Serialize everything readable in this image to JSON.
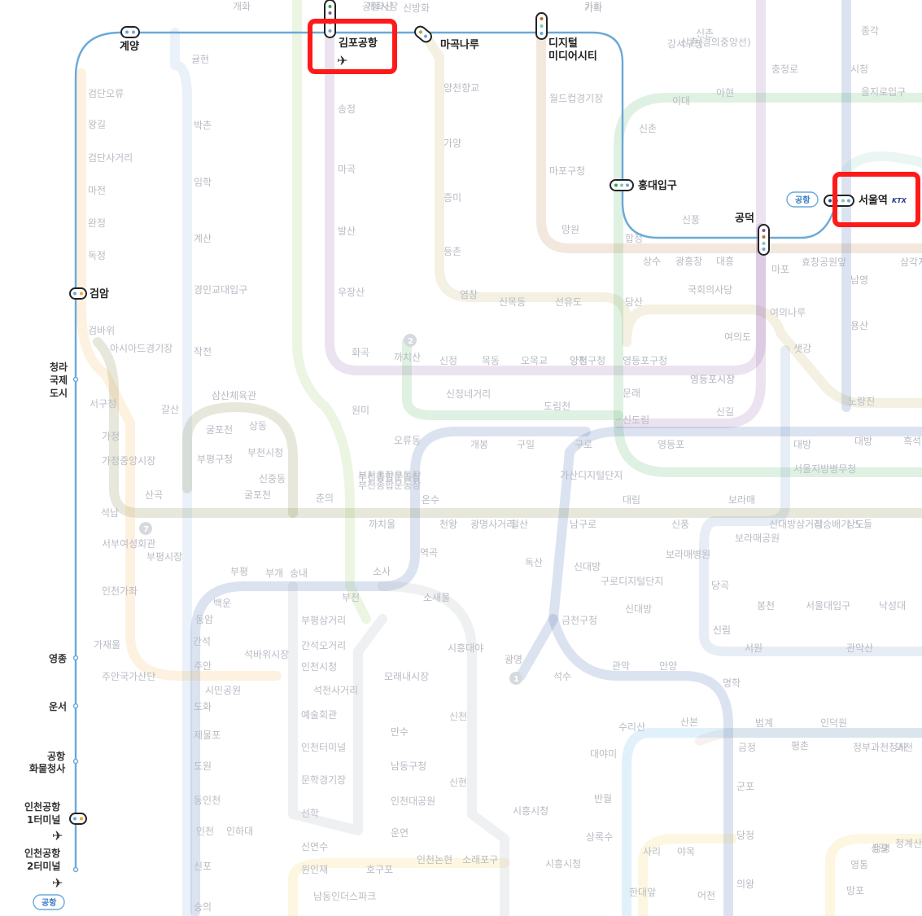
{
  "map": {
    "colors": {
      "arex": "#6aa9d8",
      "line1": "#2450a4",
      "line2": "#35a84a",
      "line5": "#8b50a4",
      "line6": "#b5722e",
      "line7": "#6b6e22",
      "line9": "#bda24a",
      "suin": "#f0a93c",
      "incheon1": "#7ca8d5",
      "highlight": "#ff1a1a"
    },
    "arex_stations": [
      {
        "id": "gyeyang",
        "lines": [
          "계양"
        ],
        "type": "transfer"
      },
      {
        "id": "gimpo-airport",
        "lines": [
          "김포공항"
        ],
        "type": "transfer",
        "airport": true,
        "highlighted": true
      },
      {
        "id": "magongnaru",
        "lines": [
          "마곡나루"
        ],
        "type": "transfer"
      },
      {
        "id": "digital-media-city",
        "lines": [
          "디지털",
          "미디어시티"
        ],
        "type": "transfer"
      },
      {
        "id": "hongik-univ",
        "lines": [
          "홍대입구"
        ],
        "type": "transfer"
      },
      {
        "id": "gongdeok",
        "lines": [
          "공덕"
        ],
        "type": "transfer"
      },
      {
        "id": "seoul-station",
        "lines": [
          "서울역"
        ],
        "type": "transfer",
        "ktx": true,
        "highlighted": true
      },
      {
        "id": "geomam",
        "lines": [
          "검암"
        ],
        "type": "transfer"
      },
      {
        "id": "cheongna",
        "lines": [
          "청라",
          "국제",
          "도시"
        ],
        "type": "stop"
      },
      {
        "id": "yeongjong",
        "lines": [
          "영종"
        ],
        "type": "stop"
      },
      {
        "id": "unseo",
        "lines": [
          "운서"
        ],
        "type": "stop"
      },
      {
        "id": "cargo-terminal",
        "lines": [
          "공항",
          "화물청사"
        ],
        "type": "stop"
      },
      {
        "id": "airport-t1",
        "lines": [
          "인천공항",
          "1터미널"
        ],
        "type": "transfer",
        "airport": true
      },
      {
        "id": "airport-t2",
        "lines": [
          "인천공항",
          "2터미널"
        ],
        "type": "stop",
        "airport": true
      }
    ],
    "badges": {
      "airport": "공항",
      "ktx": "KTX",
      "airport2": "공항"
    },
    "line_numbers": {
      "line2": "2",
      "line7": "7",
      "line1": "1"
    },
    "background_labels": [
      {
        "id": "seoul-sta-area",
        "text": "신촌"
      },
      {
        "id": "l5-songjeong",
        "text": "송정"
      },
      {
        "id": "l5-magok",
        "text": "마곡"
      },
      {
        "id": "l5-balsan",
        "text": "발산"
      },
      {
        "id": "l5-usan",
        "text": "우장산"
      },
      {
        "id": "l5-hwagok",
        "text": "화곡"
      },
      {
        "id": "l5-kkachisan",
        "text": "까치산"
      },
      {
        "id": "l9-yangcheon",
        "text": "양천향교"
      },
      {
        "id": "l9-gayang",
        "text": "가양"
      },
      {
        "id": "l9-jeungmi",
        "text": "증미"
      },
      {
        "id": "l9-deungchon",
        "text": "등촌"
      },
      {
        "id": "l9-yeomchang",
        "text": "염창"
      },
      {
        "id": "l9-sinmokdong",
        "text": "신목동"
      },
      {
        "id": "l9-seonyudo",
        "text": "선유도"
      },
      {
        "id": "l9-dangsan",
        "text": "당산"
      },
      {
        "id": "l9-gukhoe",
        "text": "국회의사당"
      },
      {
        "id": "l9-yeouido",
        "text": "여의도"
      },
      {
        "id": "l9-saetgang",
        "text": "샛강"
      },
      {
        "id": "l9-noryangjin",
        "text": "노량진"
      },
      {
        "id": "l2-hapjeong",
        "text": "합정"
      },
      {
        "id": "l2-sinchon",
        "text": "신촌"
      },
      {
        "id": "l2-ehwa",
        "text": "이대"
      },
      {
        "id": "l2-ahyeon",
        "text": "아현"
      },
      {
        "id": "l2-yeongdeungpo",
        "text": "영등포구청"
      },
      {
        "id": "l2-mullae",
        "text": "문래"
      },
      {
        "id": "l2-sindorim",
        "text": "신도림"
      },
      {
        "id": "l6-worldcup",
        "text": "월드컵경기장"
      },
      {
        "id": "l6-mapo",
        "text": "마포구청"
      },
      {
        "id": "l6-mangwon",
        "text": "망원"
      },
      {
        "id": "l6-sangsu",
        "text": "상수"
      },
      {
        "id": "l6-gwangheung",
        "text": "광흥창"
      },
      {
        "id": "l6-daeheung",
        "text": "대흥"
      },
      {
        "id": "l1-guro",
        "text": "구로"
      },
      {
        "id": "l1-yeongdeungpo",
        "text": "영등포"
      },
      {
        "id": "l1-daebang",
        "text": "대방"
      },
      {
        "id": "l1-singil",
        "text": "신길"
      },
      {
        "id": "l1-gaebong",
        "text": "개봉"
      },
      {
        "id": "l1-guil",
        "text": "구일"
      },
      {
        "id": "l1-oryu",
        "text": "오류동"
      },
      {
        "id": "l1-onsu",
        "text": "온수"
      },
      {
        "id": "l1-yeokgok",
        "text": "역곡"
      },
      {
        "id": "l1-sosa",
        "text": "소사"
      },
      {
        "id": "l1-bucheon",
        "text": "부천"
      },
      {
        "id": "l1-songnae",
        "text": "송내"
      },
      {
        "id": "l1-bugae",
        "text": "부개"
      },
      {
        "id": "l1-bupyeong",
        "text": "부평"
      },
      {
        "id": "l1-baegun",
        "text": "백운"
      },
      {
        "id": "l1-dongam",
        "text": "동암"
      },
      {
        "id": "l1-ganseok",
        "text": "간석"
      },
      {
        "id": "l1-juan",
        "text": "주안"
      },
      {
        "id": "l1-dohwa",
        "text": "도화"
      },
      {
        "id": "l1-jemulpo",
        "text": "제물포"
      },
      {
        "id": "l1-dowon",
        "text": "도원"
      },
      {
        "id": "l1-dongincheon",
        "text": "동인천"
      },
      {
        "id": "l1-incheon",
        "text": "인천"
      },
      {
        "id": "l1-gaehwa",
        "text": "개화"
      },
      {
        "id": "l7-boramae",
        "text": "보라매"
      },
      {
        "id": "l7-sinpung",
        "text": "신풍"
      },
      {
        "id": "l7-daelim",
        "text": "대림"
      },
      {
        "id": "l7-namguro",
        "text": "남구로"
      },
      {
        "id": "l7-gasan",
        "text": "가산디지털단지"
      },
      {
        "id": "l7-cheonwang",
        "text": "천왕"
      },
      {
        "id": "l7-gwangmyeong",
        "text": "광명사거리"
      },
      {
        "id": "l7-cheolsan",
        "text": "철산"
      },
      {
        "id": "l7-kkachiul",
        "text": "까치울"
      },
      {
        "id": "l7-bucheon-stadium",
        "text": "부천종합운동장"
      },
      {
        "id": "l7-chunui",
        "text": "춘의"
      },
      {
        "id": "l7-sinjung",
        "text": "신중동"
      },
      {
        "id": "l7-bucheon-city",
        "text": "부천시청"
      },
      {
        "id": "l7-sangdong",
        "text": "상동"
      },
      {
        "id": "l7-samsan",
        "text": "삼산체육관"
      },
      {
        "id": "l7-gulpo",
        "text": "굴포천"
      },
      {
        "id": "l7-bupyeonggu",
        "text": "부평구청"
      },
      {
        "id": "l7-sangok",
        "text": "산곡"
      },
      {
        "id": "l7-seoknam",
        "text": "석남"
      },
      {
        "id": "i1-gyulhyeon",
        "text": "귤현"
      },
      {
        "id": "i1-bakchon",
        "text": "박촌"
      },
      {
        "id": "i1-imhak",
        "text": "임학"
      },
      {
        "id": "i1-gyesan",
        "text": "계산"
      },
      {
        "id": "i1-gyeongin",
        "text": "경인교대입구"
      },
      {
        "id": "i1-jakjeon",
        "text": "작전"
      },
      {
        "id": "i1-galsan",
        "text": "갈산"
      },
      {
        "id": "i1-bupyeongsijang",
        "text": "부평시장"
      },
      {
        "id": "i2-geomdan-oryu",
        "text": "검단오류"
      },
      {
        "id": "i2-wanggil",
        "text": "왕길"
      },
      {
        "id": "i2-geomdan-sageori",
        "text": "검단사거리"
      },
      {
        "id": "i2-majeon",
        "text": "마전"
      },
      {
        "id": "i2-wanjeong",
        "text": "완정"
      },
      {
        "id": "i2-dokjeong",
        "text": "독정"
      },
      {
        "id": "i2-geombawi",
        "text": "검바위"
      },
      {
        "id": "i2-asiad",
        "text": "아시아드경기장"
      },
      {
        "id": "i2-seogu",
        "text": "서구청"
      },
      {
        "id": "i2-gajeong",
        "text": "가정"
      },
      {
        "id": "i2-gajeong-market",
        "text": "가정중앙시장"
      },
      {
        "id": "i2-seobu",
        "text": "서부여성회관"
      },
      {
        "id": "i2-incheon-gajwa",
        "text": "인천가좌"
      },
      {
        "id": "i2-gajaeul",
        "text": "가재울"
      },
      {
        "id": "i2-juan-complex",
        "text": "주안국가산단"
      },
      {
        "id": "i2-seokbawi",
        "text": "석바위시장"
      },
      {
        "id": "i2-incheon-city",
        "text": "인천시청"
      },
      {
        "id": "suin-sinpo",
        "text": "신포"
      },
      {
        "id": "suin-sungui",
        "text": "숭의"
      },
      {
        "id": "suin-inha",
        "text": "인하대"
      },
      {
        "id": "suin-wonin",
        "text": "원인재"
      },
      {
        "id": "suin-yeonsu",
        "text": "신연수"
      },
      {
        "id": "sh-siheung",
        "text": "시흥시청"
      },
      {
        "id": "sh-handae",
        "text": "한대앞"
      },
      {
        "id": "g-geumcheon",
        "text": "금천구청"
      },
      {
        "id": "g-gwangmyeong",
        "text": "광명"
      },
      {
        "id": "g-seoksu",
        "text": "석수"
      },
      {
        "id": "g-gwanak",
        "text": "관악"
      },
      {
        "id": "g-anyang",
        "text": "안양"
      },
      {
        "id": "g-myeonghak",
        "text": "명학"
      },
      {
        "id": "g-geumjeong",
        "text": "금정"
      },
      {
        "id": "g-sanbon",
        "text": "산본"
      },
      {
        "id": "g-gunpo",
        "text": "군포"
      },
      {
        "id": "g-dangjeong",
        "text": "당정"
      },
      {
        "id": "g-uiwang",
        "text": "의왕"
      },
      {
        "id": "sl-sillim",
        "text": "신림"
      },
      {
        "id": "sl-seowon",
        "text": "서원"
      },
      {
        "id": "sl-gwanaksan",
        "text": "관악산"
      },
      {
        "id": "sl-seoulnat",
        "text": "서울대입구"
      },
      {
        "id": "sl-bongcheon",
        "text": "봉천"
      },
      {
        "id": "sl-nakseongdae",
        "text": "낙성대"
      },
      {
        "id": "sl-dangok",
        "text": "당곡"
      },
      {
        "id": "sl-sindaebang",
        "text": "신대방"
      },
      {
        "id": "n-yongsan",
        "text": "용산"
      },
      {
        "id": "n-namyeong",
        "text": "남영"
      },
      {
        "id": "n-hyochang",
        "text": "효창공원앞"
      },
      {
        "id": "n-chungjeongno",
        "text": "충정로"
      },
      {
        "id": "n-sicheong",
        "text": "시청"
      },
      {
        "id": "n-euljiro",
        "text": "을지로입구"
      },
      {
        "id": "n-jonggak",
        "text": "종각"
      },
      {
        "id": "n-samgakji",
        "text": "삼각지"
      },
      {
        "id": "n-daebang2",
        "text": "대방"
      },
      {
        "id": "n-noryangjin2",
        "text": "노들"
      },
      {
        "id": "n-heukseok",
        "text": "흑석"
      },
      {
        "id": "n-sangdo",
        "text": "상도"
      },
      {
        "id": "n-jangseungbaegi",
        "text": "장승배기"
      },
      {
        "id": "n-sindaebangsam",
        "text": "신대방삼거리"
      },
      {
        "id": "n-boramae-park",
        "text": "보라매공원"
      },
      {
        "id": "n-boramae-hosp",
        "text": "보라매병원"
      },
      {
        "id": "n-seoulji",
        "text": "서울지방병무청"
      },
      {
        "id": "n-daemyeong",
        "text": "영등포시장"
      },
      {
        "id": "n-yeouinaru",
        "text": "여의나루"
      },
      {
        "id": "n-mapo",
        "text": "마포"
      },
      {
        "id": "n-gaehwasan",
        "text": "개화산"
      },
      {
        "id": "n-sinbang",
        "text": "신방화"
      },
      {
        "id": "n-songjeong2",
        "text": "공항시장"
      },
      {
        "id": "n-gasan2",
        "text": "가좌"
      },
      {
        "id": "n-sinchon-gj",
        "text": "신촌(경의중앙선)"
      },
      {
        "id": "n-shinpung",
        "text": "신풍"
      },
      {
        "id": "n-doksan",
        "text": "독산"
      },
      {
        "id": "n-gurodigital",
        "text": "구로디지털단지"
      },
      {
        "id": "n-daerim2",
        "text": "신대방"
      },
      {
        "id": "n-sindorim2",
        "text": "도림천"
      },
      {
        "id": "n-yangcheon-gu",
        "text": "양천구청"
      },
      {
        "id": "n-sinjeong",
        "text": "신정네거리"
      },
      {
        "id": "n-sinjeong2",
        "text": "신정"
      },
      {
        "id": "n-mokdong",
        "text": "목동"
      },
      {
        "id": "n-omokgyo",
        "text": "오목교"
      },
      {
        "id": "n-yangpyeong",
        "text": "양평"
      },
      {
        "id": "n-yeongdeungpo-market",
        "text": "영등포시장"
      },
      {
        "id": "n-wonmi",
        "text": "원미"
      },
      {
        "id": "n-gupo",
        "text": "굴포천"
      },
      {
        "id": "n-bucheon-stadium",
        "text": "부천종합운동장"
      },
      {
        "id": "n-siheung-daeya",
        "text": "시흥대야"
      },
      {
        "id": "n-sincheon",
        "text": "신천"
      },
      {
        "id": "n-sinhyeon",
        "text": "신현"
      },
      {
        "id": "n-siheung-city",
        "text": "시흥시청"
      },
      {
        "id": "n-soraepogu",
        "text": "소래포구"
      },
      {
        "id": "n-incheon-nonhyeon",
        "text": "인천논현"
      },
      {
        "id": "n-hogupo",
        "text": "호구포"
      },
      {
        "id": "n-namdong",
        "text": "남동인더스파크"
      },
      {
        "id": "n-seonhak",
        "text": "선학"
      },
      {
        "id": "n-munhak",
        "text": "문학경기장"
      },
      {
        "id": "n-incheon-terminal",
        "text": "인천터미널"
      },
      {
        "id": "n-art-center",
        "text": "예술회관"
      },
      {
        "id": "n-seokcheon",
        "text": "석천사거리"
      },
      {
        "id": "n-moraenae",
        "text": "모래내시장"
      },
      {
        "id": "n-mansu",
        "text": "만수"
      },
      {
        "id": "n-namdong-gu",
        "text": "남동구청"
      },
      {
        "id": "n-incheon-grand",
        "text": "인천대공원"
      },
      {
        "id": "n-unyeon",
        "text": "운연"
      },
      {
        "id": "n-ganseok-ogeori",
        "text": "간석오거리"
      },
      {
        "id": "n-bupyeong-samgeori",
        "text": "부평삼거리"
      },
      {
        "id": "n-citizen-park",
        "text": "시민공원"
      },
      {
        "id": "n-soeul",
        "text": "소새울"
      },
      {
        "id": "n-bucheon-ch",
        "text": "부천종합운동장"
      },
      {
        "id": "n-sumiyu",
        "text": "수리산"
      },
      {
        "id": "n-daeyami",
        "text": "대야미"
      },
      {
        "id": "n-banwol",
        "text": "반월"
      },
      {
        "id": "n-sangnoksu",
        "text": "상록수"
      },
      {
        "id": "n-sari",
        "text": "사리"
      },
      {
        "id": "n-ariwol",
        "text": "야목"
      },
      {
        "id": "n-eocheon",
        "text": "어천"
      },
      {
        "id": "n-beomgye",
        "text": "범계"
      },
      {
        "id": "n-pyeongchon",
        "text": "평촌"
      },
      {
        "id": "n-indeokwon",
        "text": "인덕원"
      },
      {
        "id": "n-jeongbu",
        "text": "정부과천청사"
      },
      {
        "id": "n-gwacheon",
        "text": "과천"
      },
      {
        "id": "n-cheonggye",
        "text": "청계산"
      },
      {
        "id": "n-sanggye",
        "text": "상갈"
      },
      {
        "id": "n-yeongtong",
        "text": "영통"
      },
      {
        "id": "n-mangpo",
        "text": "망포"
      },
      {
        "id": "n-cheongmyeong",
        "text": "청명"
      },
      {
        "id": "n-sinlim2",
        "text": "신림"
      },
      {
        "id": "n-gangseo-mun",
        "text": "강서구청"
      },
      {
        "id": "n-gaehwa2",
        "text": "가화"
      }
    ]
  }
}
